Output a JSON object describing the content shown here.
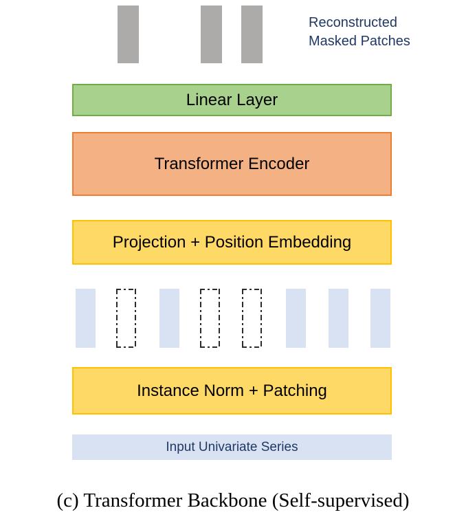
{
  "figure": {
    "caption": "(c) Transformer Backbone (Self-supervised)",
    "annotation": {
      "label": "Reconstructed\nMasked Patches",
      "color": "#1F3864"
    }
  },
  "colors": {
    "linear_fill": "#A9D18E",
    "linear_border": "#70AD47",
    "encoder_fill": "#F4B183",
    "encoder_border": "#ED7D31",
    "yellow_fill": "#FFD966",
    "yellow_border": "#FFC000",
    "patch_fill": "#D9E2F3",
    "reconstructed_patch": "#ADABAA",
    "text_navy": "#1F3864",
    "mask_outline": "#2B2B2B"
  },
  "reconstructed_patches": [
    {
      "id": "recon-patch-1",
      "state": "reconstructed"
    },
    {
      "id": "recon-patch-2",
      "state": "reconstructed"
    },
    {
      "id": "recon-patch-3",
      "state": "reconstructed"
    }
  ],
  "stack": {
    "linear_layer": "Linear Layer",
    "transformer_encoder": "Transformer Encoder",
    "projection_position_embedding": "Projection + Position Embedding",
    "instance_norm_patching": "Instance Norm + Patching",
    "input_series": "Input Univariate Series"
  },
  "tokens": [
    {
      "index": 1,
      "state": "visible"
    },
    {
      "index": 2,
      "state": "masked"
    },
    {
      "index": 3,
      "state": "visible"
    },
    {
      "index": 4,
      "state": "masked"
    },
    {
      "index": 5,
      "state": "masked"
    },
    {
      "index": 6,
      "state": "visible"
    },
    {
      "index": 7,
      "state": "visible"
    },
    {
      "index": 8,
      "state": "visible"
    }
  ]
}
